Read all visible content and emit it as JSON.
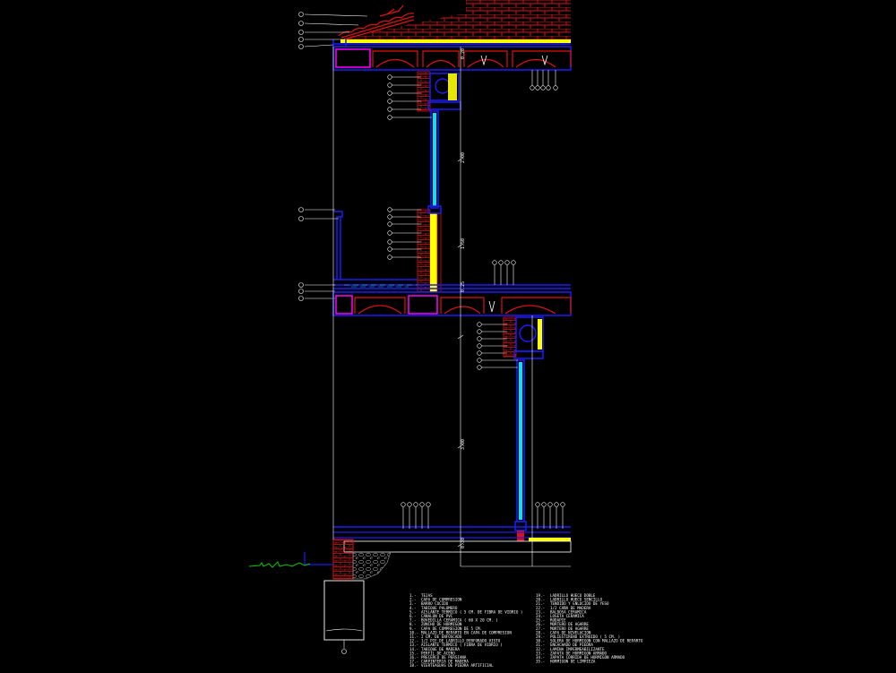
{
  "drawing": {
    "legend_left": [
      {
        "num": "1.-",
        "text": "TEJAS"
      },
      {
        "num": "2.-",
        "text": "CAPA DE COMPRESION"
      },
      {
        "num": "3.-",
        "text": "BARRO COCIDO"
      },
      {
        "num": "4.-",
        "text": "TABIQUE PALOMERO"
      },
      {
        "num": "5.-",
        "text": "AISLANTE TERMICO ( 5 CM. DE FIBRA DE VIDRIO )"
      },
      {
        "num": "6.-",
        "text": "CANALON DE PVC"
      },
      {
        "num": "7.-",
        "text": "BOVEDILLA CERAMICA ( 60 X 20 CM. )"
      },
      {
        "num": "8.-",
        "text": "ZUNCHO DE HORMIGON"
      },
      {
        "num": "9.-",
        "text": "CAPA DE COMPRESION DE 5 CM."
      },
      {
        "num": "10.-",
        "text": "MALLAZO DE REPARTO EN CAPA DE COMPRESION"
      },
      {
        "num": "11.-",
        "text": "2 CM. DE ENFOSCADO"
      },
      {
        "num": "12.-",
        "text": "1/2 PIE DE LADRILLO PERFORADO VISTO"
      },
      {
        "num": "13.-",
        "text": "AISLANTE TERMICO ( FIBRA DE VIDRIO )"
      },
      {
        "num": "14.-",
        "text": "TABIQUE DE MADERA"
      },
      {
        "num": "15.-",
        "text": "PERFIL DE ACERO"
      },
      {
        "num": "16.-",
        "text": "PRECERCO DE PERSIANA"
      },
      {
        "num": "17.-",
        "text": "CARPINTERIA DE MADERA"
      },
      {
        "num": "18.-",
        "text": "VIERTEAGUAS DE PIEDRA ARTIFICIAL"
      }
    ],
    "legend_right": [
      {
        "num": "19.-",
        "text": "LADRILLO HUECO DOBLE"
      },
      {
        "num": "20.-",
        "text": "LADRILLO HUECO SENCILLO"
      },
      {
        "num": "21.-",
        "text": "TENDIDO Y ENLUCIDO DE YESO"
      },
      {
        "num": "22.-",
        "text": "1/2 CAÑA DE MADERA"
      },
      {
        "num": "23.-",
        "text": "BALDOSA CERAMICA"
      },
      {
        "num": "24.-",
        "text": "LOSETA CERAMICA"
      },
      {
        "num": "25.-",
        "text": "RODAPIE"
      },
      {
        "num": "26.-",
        "text": "MORTERO DE AGARRE"
      },
      {
        "num": "27.-",
        "text": "MORTERO DE AGARRE"
      },
      {
        "num": "28.-",
        "text": "CAPA DE NIVELACION"
      },
      {
        "num": "29.-",
        "text": "POLIESTIRENO EXTRUIDO ( 5 CM. )"
      },
      {
        "num": "30.-",
        "text": "SOLERA DE HORMIGON CON MALLAZO DE REPARTO"
      },
      {
        "num": "31.-",
        "text": "ENCACHADO DE PIEDRA"
      },
      {
        "num": "32.-",
        "text": "LAMINA IMPERMEABILIZANTE"
      },
      {
        "num": "33.-",
        "text": "ZAPATA DE HORMIGON ARMADO"
      },
      {
        "num": "34.-",
        "text": "ZAPATA CORRIDA DE HORMIGON ARMADO"
      },
      {
        "num": "35.-",
        "text": "HORMIGON DE LIMPIEZA"
      }
    ],
    "dimensions": [
      "0.20",
      "2.00",
      "1.50",
      "0.25",
      "3.00",
      "0.30"
    ],
    "colors": {
      "background": "#000000",
      "brick": "#e01010",
      "steel": "#1a1aff",
      "glass": "#00e5ff",
      "insulation": "#ffff00",
      "bovedilla_frame": "#ff00ff",
      "ground": "#00cc00",
      "gravel": "#9a9a9a",
      "lines": "#ffffff"
    }
  }
}
